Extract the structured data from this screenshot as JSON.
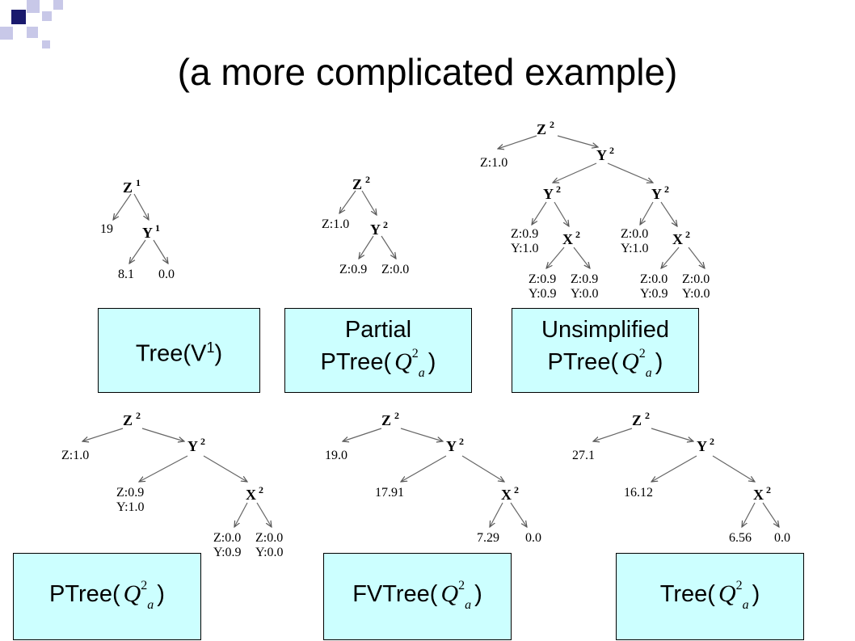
{
  "title": "(a more complicated example)",
  "trees": {
    "tree_v1": {
      "root": {
        "label": "Z",
        "sup": "1"
      },
      "left_leaf": "19",
      "child": {
        "label": "Y",
        "sup": "1"
      },
      "leaves": [
        "8.1",
        "0.0"
      ]
    },
    "partial": {
      "root": {
        "label": "Z",
        "sup": "2"
      },
      "left_leaf": "Z:1.0",
      "child": {
        "label": "Y",
        "sup": "2"
      },
      "leaves": [
        "Z:0.9",
        "Z:0.0"
      ]
    },
    "unsimplified": {
      "root": {
        "label": "Z",
        "sup": "2"
      },
      "left_leaf": "Z:1.0",
      "child": {
        "label": "Y",
        "sup": "2"
      },
      "y_left": {
        "label": "Y",
        "sup": "2"
      },
      "y_right": {
        "label": "Y",
        "sup": "2"
      },
      "ll_leaf": [
        "Z:0.9",
        "Y:1.0"
      ],
      "rl_leaf": [
        "Z:0.0",
        "Y:1.0"
      ],
      "x_left": {
        "label": "X",
        "sup": "2"
      },
      "x_right": {
        "label": "X",
        "sup": "2"
      },
      "xl_leaves": [
        [
          "Z:0.9",
          "Y:0.9"
        ],
        [
          "Z:0.9",
          "Y:0.0"
        ]
      ],
      "xr_leaves": [
        [
          "Z:0.0",
          "Y:0.9"
        ],
        [
          "Z:0.0",
          "Y:0.0"
        ]
      ]
    },
    "ptree": {
      "root": {
        "label": "Z",
        "sup": "2"
      },
      "left_leaf": "Z:1.0",
      "child": {
        "label": "Y",
        "sup": "2"
      },
      "mid_leaf": [
        "Z:0.9",
        "Y:1.0"
      ],
      "x": {
        "label": "X",
        "sup": "2"
      },
      "leaves": [
        [
          "Z:0.0",
          "Y:0.9"
        ],
        [
          "Z:0.0",
          "Y:0.0"
        ]
      ]
    },
    "fvtree": {
      "root": {
        "label": "Z",
        "sup": "2"
      },
      "left_leaf": "19.0",
      "child": {
        "label": "Y",
        "sup": "2"
      },
      "mid_leaf": "17.91",
      "x": {
        "label": "X",
        "sup": "2"
      },
      "leaves": [
        "7.29",
        "0.0"
      ]
    },
    "tree_q": {
      "root": {
        "label": "Z",
        "sup": "2"
      },
      "left_leaf": "27.1",
      "child": {
        "label": "Y",
        "sup": "2"
      },
      "mid_leaf": "16.12",
      "x": {
        "label": "X",
        "sup": "2"
      },
      "leaves": [
        "6.56",
        "0.0"
      ]
    }
  },
  "boxes": {
    "tree_v1": {
      "prefix": "Tree(V",
      "sup": "1",
      "suffix": ")"
    },
    "partial": {
      "line1": "Partial",
      "prefix": "PTree(",
      "suffix": ")"
    },
    "unsimplified": {
      "line1": "Unsimplified",
      "prefix": "PTree(",
      "suffix": ")"
    },
    "ptree": {
      "prefix": "PTree(",
      "suffix": ")"
    },
    "fvtree": {
      "prefix": "FVTree(",
      "suffix": ")"
    },
    "tree_q": {
      "prefix": "Tree(",
      "suffix": ")"
    }
  },
  "symbol": {
    "letter": "Q",
    "sup": "2",
    "sub": "a"
  },
  "colors": {
    "box_fill": "#ccffff",
    "dark_square": "#1a1a6e",
    "light_square": "#c8c8e8",
    "edge": "#555555"
  }
}
